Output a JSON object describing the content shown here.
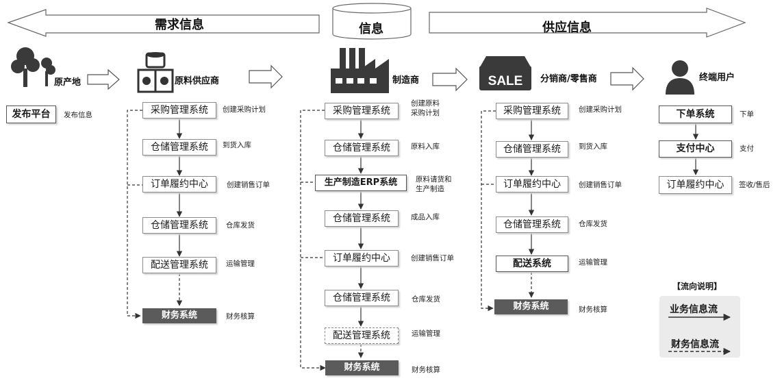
{
  "banners": {
    "left": "需求信息",
    "center": "信息",
    "right": "供应信息"
  },
  "actors": {
    "origin": "原产地",
    "supplier": "原料供应商",
    "manufacturer": "制造商",
    "retailer": "分销商/零售商",
    "end_user": "终端用户"
  },
  "origin_column": {
    "box": "发布平台",
    "note": "发布信息"
  },
  "supplier_column": {
    "boxes": [
      "采购管理系统",
      "仓储管理系统",
      "订单履约中心",
      "仓储管理系统",
      "配送管理系统",
      "财务系统"
    ],
    "notes": [
      "创建采购计划",
      "到货入库",
      "创建销售订单",
      "仓库发货",
      "运输管理",
      "财务核算"
    ]
  },
  "manufacturer_column": {
    "boxes": [
      "采购管理系统",
      "仓储管理系统",
      "生产制造ERP系统",
      "仓储管理系统",
      "订单履约中心",
      "仓储管理系统",
      "配送管理系统",
      "财务系统"
    ],
    "notes": [
      [
        "创建原料",
        "采购计划"
      ],
      [
        "原料入库"
      ],
      [
        "原料请货和",
        "生产制造"
      ],
      [
        "成品入库"
      ],
      [
        "创建销售订单"
      ],
      [
        "仓库发货"
      ],
      [
        "运输管理"
      ],
      [
        "财务核算"
      ]
    ]
  },
  "retailer_column": {
    "boxes": [
      "采购管理系统",
      "仓储管理系统",
      "订单履约中心",
      "仓储管理系统",
      "配送系统",
      "财务系统"
    ],
    "notes": [
      "创建采购计划",
      "到货入库",
      "创建销售订单",
      "仓库发货",
      "运输管理",
      "财务核算"
    ]
  },
  "user_column": {
    "boxes": [
      "下单系统",
      "支付中心",
      "订单履约中心"
    ],
    "notes": [
      "下单",
      "支付",
      "签收/售后"
    ]
  },
  "legend": {
    "title": "【流向说明】",
    "business_flow": "业务信息流",
    "finance_flow": "财务信息流"
  },
  "icons": {
    "origin": "tree-icon",
    "supplier": "material-rolls-icon",
    "manufacturer": "factory-icon",
    "retailer": "sale-store-icon",
    "end_user": "user-icon",
    "center": "database-cylinder-icon"
  },
  "colors": {
    "dark_box": "#5b5b5b",
    "icon": "#3a3a3a",
    "legend_panel": "#ebebeb"
  }
}
